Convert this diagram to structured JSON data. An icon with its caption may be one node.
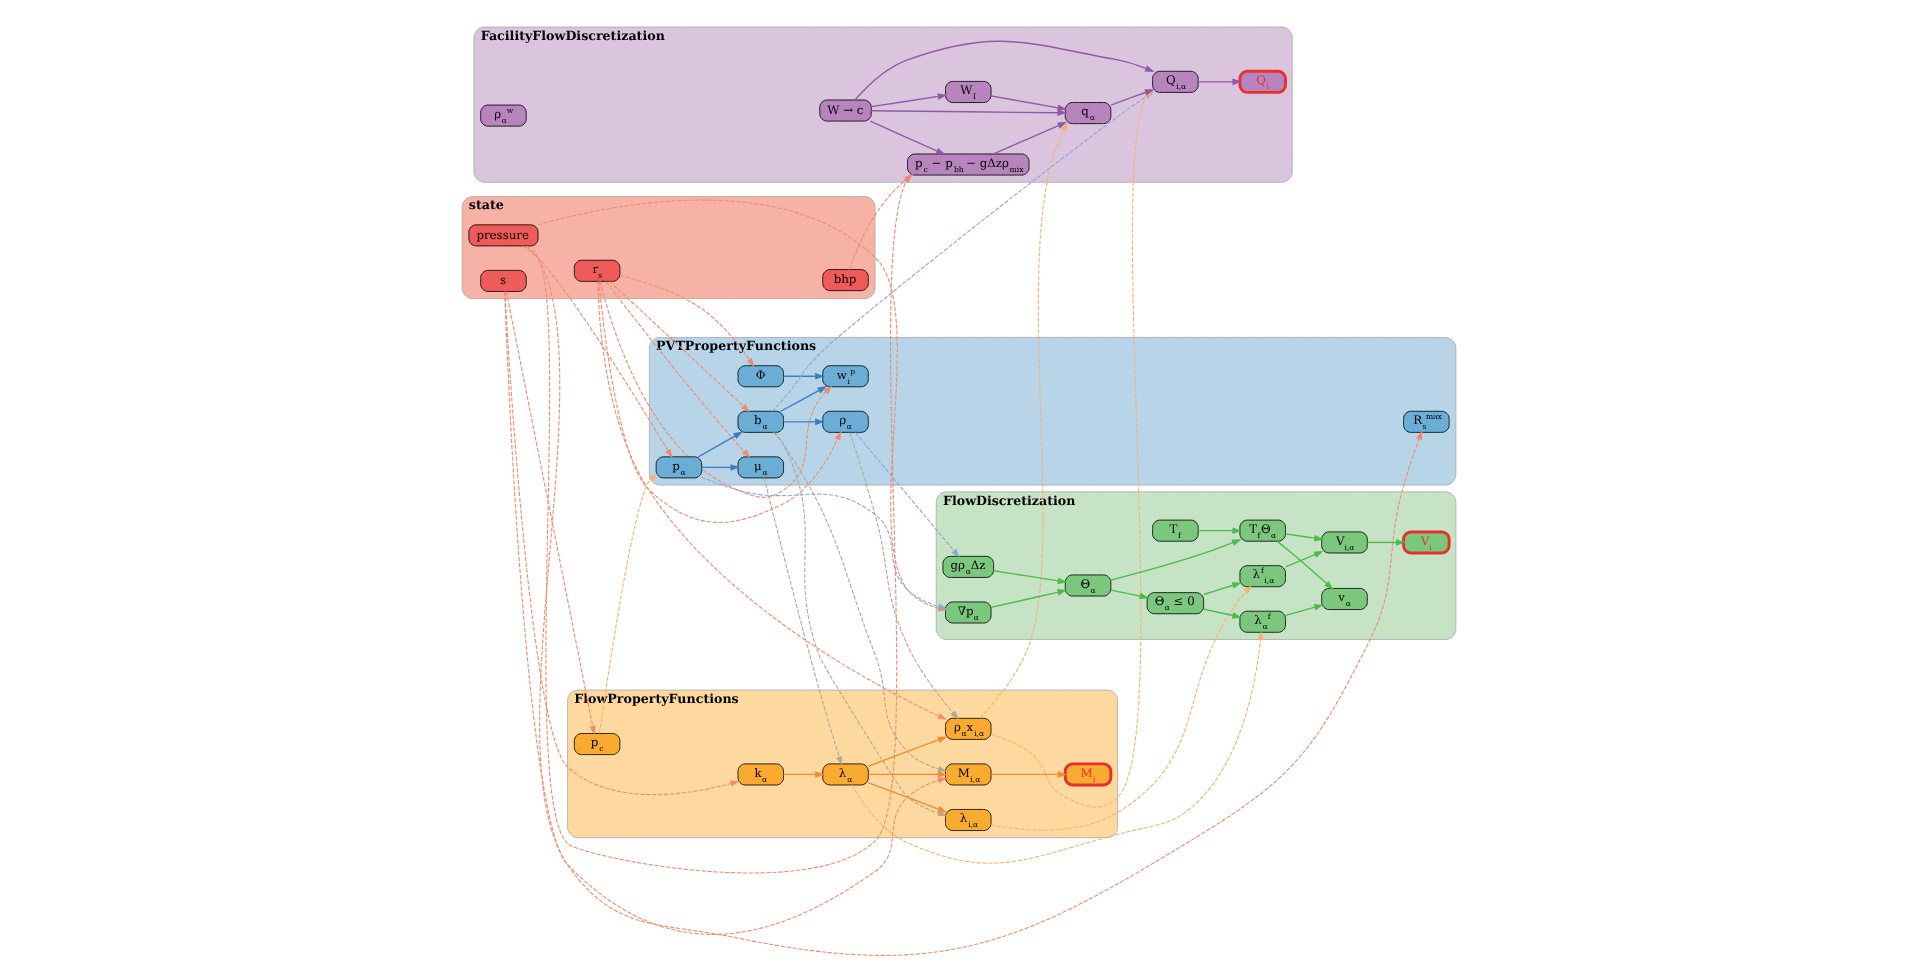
{
  "diagram": {
    "nodes": [
      {
        "text": [
          "state"
        ]
      },
      {
        "text": [
          "bhp"
        ],
        "in": 0
      },
      {
        "text": [
          "r$_{s}$"
        ],
        "in": 0
      },
      {
        "text": [
          "pressure"
        ],
        "in": 0
      },
      {
        "text": [
          "s"
        ],
        "in": 0
      },
      {
        "text": [
          "PVTPropertyFunctions"
        ]
      },
      {
        "text": [
          "μ$_{α}$"
        ],
        "in": 5
      },
      {
        "text": [
          "p$_{α}$"
        ],
        "in": 5
      },
      {
        "text": [
          "Φ"
        ],
        "in": 5
      },
      {
        "text": [
          "w$_{i}$$^{p}$"
        ],
        "in": 5
      },
      {
        "text": [
          "b$_{α}$"
        ],
        "in": 5
      },
      {
        "text": [
          "ρ$_{α}$"
        ],
        "in": 5
      },
      {
        "text": [
          "R$_{s}$$^{max}$"
        ],
        "in": 5
      },
      {
        "text": [
          "FlowPropertyFunctions"
        ]
      },
      {
        "text": [
          "M$_{i,α}$"
        ],
        "in": 13
      },
      {
        "text": [
          "M$_{i}$"
        ],
        "in": 13
      },
      {
        "text": [
          "k$_{α}$"
        ],
        "in": 13
      },
      {
        "text": [
          "λ$_{α}$"
        ],
        "in": 13
      },
      {
        "text": [
          "ρ$_{α}$x$_{i,α}$"
        ],
        "in": 13
      },
      {
        "text": [
          "p$_{c}$"
        ],
        "in": 13
      },
      {
        "text": [
          "λ$_{i,α}$"
        ],
        "in": 13
      },
      {
        "text": [
          "FacilityFlowDiscretization"
        ]
      },
      {
        "text": [
          "W → c"
        ],
        "in": 21
      },
      {
        "text": [
          "W$_{I}$"
        ],
        "in": 21
      },
      {
        "text": [
          "p$_{c}$ − p$_{bh}$ − gΔzρ$_{mix}$"
        ],
        "in": 21
      },
      {
        "text": [
          "q$_{α}$"
        ],
        "in": 21
      },
      {
        "text": [
          "Q$_{i,α}$"
        ],
        "in": 21
      },
      {
        "text": [
          "Q$_{i}$"
        ],
        "in": 21
      },
      {
        "text": [
          "ρ$_{α}$$^{w}$"
        ],
        "in": 21
      },
      {
        "text": [
          "FlowDiscretization"
        ]
      },
      {
        "text": [
          "∇p$_{α}$"
        ],
        "in": 29
      },
      {
        "text": [
          "gρ$_{α}$Δz"
        ],
        "in": 29
      },
      {
        "text": [
          "Θ$_{α}$"
        ],
        "in": 29
      },
      {
        "text": [
          "T$_{f}$"
        ],
        "in": 29
      },
      {
        "text": [
          "λ$_{α}$$^{f}$"
        ],
        "in": 29
      },
      {
        "text": [
          "T$_{f}$Θ$_{α}$"
        ],
        "in": 29
      },
      {
        "text": [
          "Θ$_{α}$ ≤ 0"
        ],
        "in": 29
      },
      {
        "text": [
          "λ$^{f}$$_{i,α}$"
        ],
        "in": 29
      },
      {
        "text": [
          "v$_{α}$"
        ],
        "in": 29
      },
      {
        "text": [
          "V$_{i,α}$"
        ],
        "in": 29
      },
      {
        "text": [
          "V$_{i}$"
        ],
        "in": 29
      }
    ],
    "edges": [
      {
        "from": 7,
        "to": 6,
        "arrow": "to",
        "color": "#3a7fc0"
      },
      {
        "from": 7,
        "to": 10,
        "arrow": "to",
        "color": "#3a7fc0"
      },
      {
        "from": 8,
        "to": 9,
        "arrow": "to",
        "color": "#3a7fc0"
      },
      {
        "from": 10,
        "to": 9,
        "arrow": "to",
        "color": "#3a7fc0"
      },
      {
        "from": 10,
        "to": 11,
        "arrow": "to",
        "color": "#3a7fc0"
      },
      {
        "from": 14,
        "to": 15,
        "arrow": "to",
        "color": "#f58a2e"
      },
      {
        "from": 16,
        "to": 17,
        "arrow": "to",
        "color": "#f58a2e"
      },
      {
        "from": 17,
        "to": 14,
        "arrow": "to",
        "color": "#f58a2e"
      },
      {
        "from": 17,
        "to": 18,
        "arrow": "to",
        "color": "#f58a2e"
      },
      {
        "from": 17,
        "to": 20,
        "arrow": "to",
        "color": "#f58a2e"
      },
      {
        "from": 22,
        "to": 26,
        "arrow": "to",
        "color": "#9258a8"
      },
      {
        "from": 22,
        "to": 25,
        "arrow": "to",
        "color": "#9258a8"
      },
      {
        "from": 22,
        "to": 23,
        "arrow": "to",
        "color": "#9258a8"
      },
      {
        "from": 22,
        "to": 24,
        "arrow": "to",
        "color": "#9258a8"
      },
      {
        "from": 23,
        "to": 25,
        "arrow": "to",
        "color": "#9258a8"
      },
      {
        "from": 24,
        "to": 25,
        "arrow": "to",
        "color": "#9258a8"
      },
      {
        "from": 25,
        "to": 26,
        "arrow": "to",
        "color": "#9258a8"
      },
      {
        "from": 26,
        "to": 27,
        "arrow": "to",
        "color": "#9258a8"
      },
      {
        "from": 30,
        "to": 32,
        "arrow": "to",
        "color": "#4cbb4c"
      },
      {
        "from": 31,
        "to": 32,
        "arrow": "to",
        "color": "#4cbb4c"
      },
      {
        "from": 32,
        "to": 35,
        "arrow": "to",
        "color": "#4cbb4c"
      },
      {
        "from": 32,
        "to": 36,
        "arrow": "to",
        "color": "#4cbb4c"
      },
      {
        "from": 33,
        "to": 35,
        "arrow": "to",
        "color": "#4cbb4c"
      },
      {
        "from": 36,
        "to": 34,
        "arrow": "to",
        "color": "#4cbb4c"
      },
      {
        "from": 36,
        "to": 37,
        "arrow": "to",
        "color": "#4cbb4c"
      },
      {
        "from": 34,
        "to": 38,
        "arrow": "to",
        "color": "#4cbb4c"
      },
      {
        "from": 35,
        "to": 38,
        "arrow": "to",
        "color": "#4cbb4c"
      },
      {
        "from": 35,
        "to": 39,
        "arrow": "to",
        "color": "#4cbb4c"
      },
      {
        "from": 37,
        "to": 39,
        "arrow": "to",
        "color": "#4cbb4c"
      },
      {
        "from": 39,
        "to": 40,
        "arrow": "to",
        "color": "#4cbb4c"
      },
      {
        "from": 1,
        "to": 24,
        "arrow": "to",
        "style": "dashed",
        "color": "#f08a70"
      },
      {
        "from": 3,
        "to": 24,
        "arrow": "to",
        "style": "dashed",
        "color": "#f08a70"
      },
      {
        "from": 3,
        "to": 7,
        "arrow": "to",
        "style": "dashed",
        "color": "#f08a70"
      },
      {
        "from": 3,
        "to": 30,
        "arrow": "to",
        "style": "dashed",
        "color": "#f08a70"
      },
      {
        "from": 2,
        "to": 6,
        "arrow": "to",
        "style": "dashed",
        "color": "#f08a70"
      },
      {
        "from": 2,
        "to": 8,
        "arrow": "to",
        "style": "dashed",
        "color": "#f08a70"
      },
      {
        "from": 2,
        "to": 9,
        "arrow": "to",
        "style": "dashed",
        "color": "#f08a70"
      },
      {
        "from": 2,
        "to": 10,
        "arrow": "to",
        "style": "dashed",
        "color": "#f08a70"
      },
      {
        "from": 2,
        "to": 11,
        "arrow": "to",
        "style": "dashed",
        "color": "#f08a70"
      },
      {
        "from": 2,
        "to": 18,
        "arrow": "to",
        "style": "dashed",
        "color": "#f08a70"
      },
      {
        "from": 3,
        "to": 12,
        "arrow": "to",
        "style": "dashed",
        "color": "#f08a70"
      },
      {
        "from": 4,
        "to": 14,
        "arrow": "to",
        "style": "dashed",
        "color": "#f08a70"
      },
      {
        "from": 4,
        "to": 16,
        "arrow": "to",
        "style": "dashed",
        "color": "#f08a70"
      },
      {
        "from": 4,
        "to": 19,
        "arrow": "to",
        "style": "dashed",
        "color": "#f08a70"
      },
      {
        "from": 7,
        "to": 30,
        "arrow": "to",
        "style": "dashed",
        "color": "#88aad6"
      },
      {
        "from": 11,
        "to": 31,
        "arrow": "to",
        "style": "dashed",
        "color": "#88aad6"
      },
      {
        "from": 10,
        "to": 26,
        "arrow": "to",
        "style": "dashed",
        "color": "#88aad6"
      },
      {
        "from": 6,
        "to": 17,
        "arrow": "to",
        "style": "dashed",
        "color": "#b0a898"
      },
      {
        "from": 10,
        "to": 14,
        "arrow": "to",
        "style": "dashed",
        "color": "#b0a898"
      },
      {
        "from": 11,
        "to": 18,
        "arrow": "to",
        "style": "dashed",
        "color": "#b0a898"
      },
      {
        "from": 10,
        "to": 20,
        "arrow": "to",
        "style": "dashed",
        "color": "#b0a898"
      },
      {
        "from": 19,
        "to": 7,
        "arrow": "to",
        "style": "dashed",
        "color": "#f8b070"
      },
      {
        "from": 18,
        "to": 25,
        "arrow": "to",
        "style": "dashed",
        "color": "#f8b070"
      },
      {
        "from": 17,
        "to": 34,
        "arrow": "to",
        "style": "dashed",
        "color": "#f8b070"
      },
      {
        "from": 18,
        "to": 26,
        "arrow": "to",
        "style": "dashed",
        "color": "#f8b070"
      },
      {
        "from": 20,
        "to": 37,
        "arrow": "to",
        "style": "dashed",
        "color": "#f8b070"
      }
    ]
  }
}
